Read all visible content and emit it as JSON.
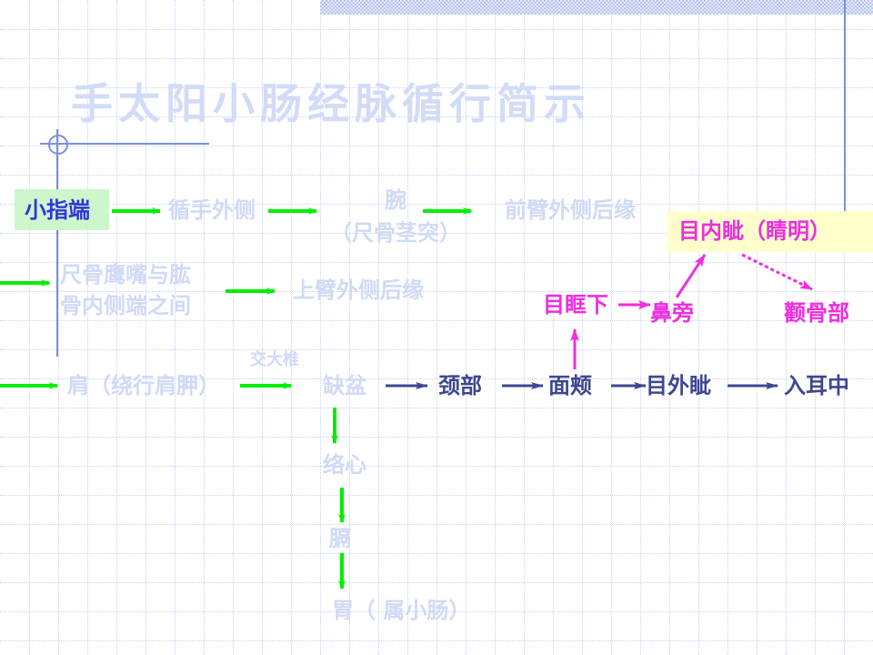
{
  "title": "手太阳小肠经脉循行简示",
  "colors": {
    "faded_text": "#d0daf6",
    "main_path_text": "#3e4790",
    "branch_text": "#ee2ee0",
    "start_text": "#3333dd",
    "start_box": "#ccf7cc",
    "end_box": "#ffffcc",
    "arrow_green": "#00ee00",
    "arrow_navy": "#3e4790",
    "arrow_magenta": "#ee2ee0"
  },
  "row1": {
    "start": "小指端",
    "n1": "循手外侧",
    "n2_line1": "腕",
    "n2_line2": "（尺骨茎突）",
    "n3": "前臂外侧后缘"
  },
  "row2": {
    "n1_line1": "尺骨鹰嘴与肱",
    "n1_line2": "骨内侧端之间",
    "n2": "上臂外侧后缘"
  },
  "row3": {
    "n1": "肩（绕行肩胛）",
    "annotation": "交大椎",
    "n2": "缺盆",
    "n3": "颈部",
    "n4": "面颊",
    "n5": "目外眦",
    "n6": "入耳中"
  },
  "descending": {
    "n1": "络心",
    "n2": "膈",
    "n3": "胃（ 属小肠）"
  },
  "branch": {
    "n1": "目眶下",
    "n2": "鼻旁",
    "end": "目内眦（睛明）",
    "side": "颧骨部"
  }
}
